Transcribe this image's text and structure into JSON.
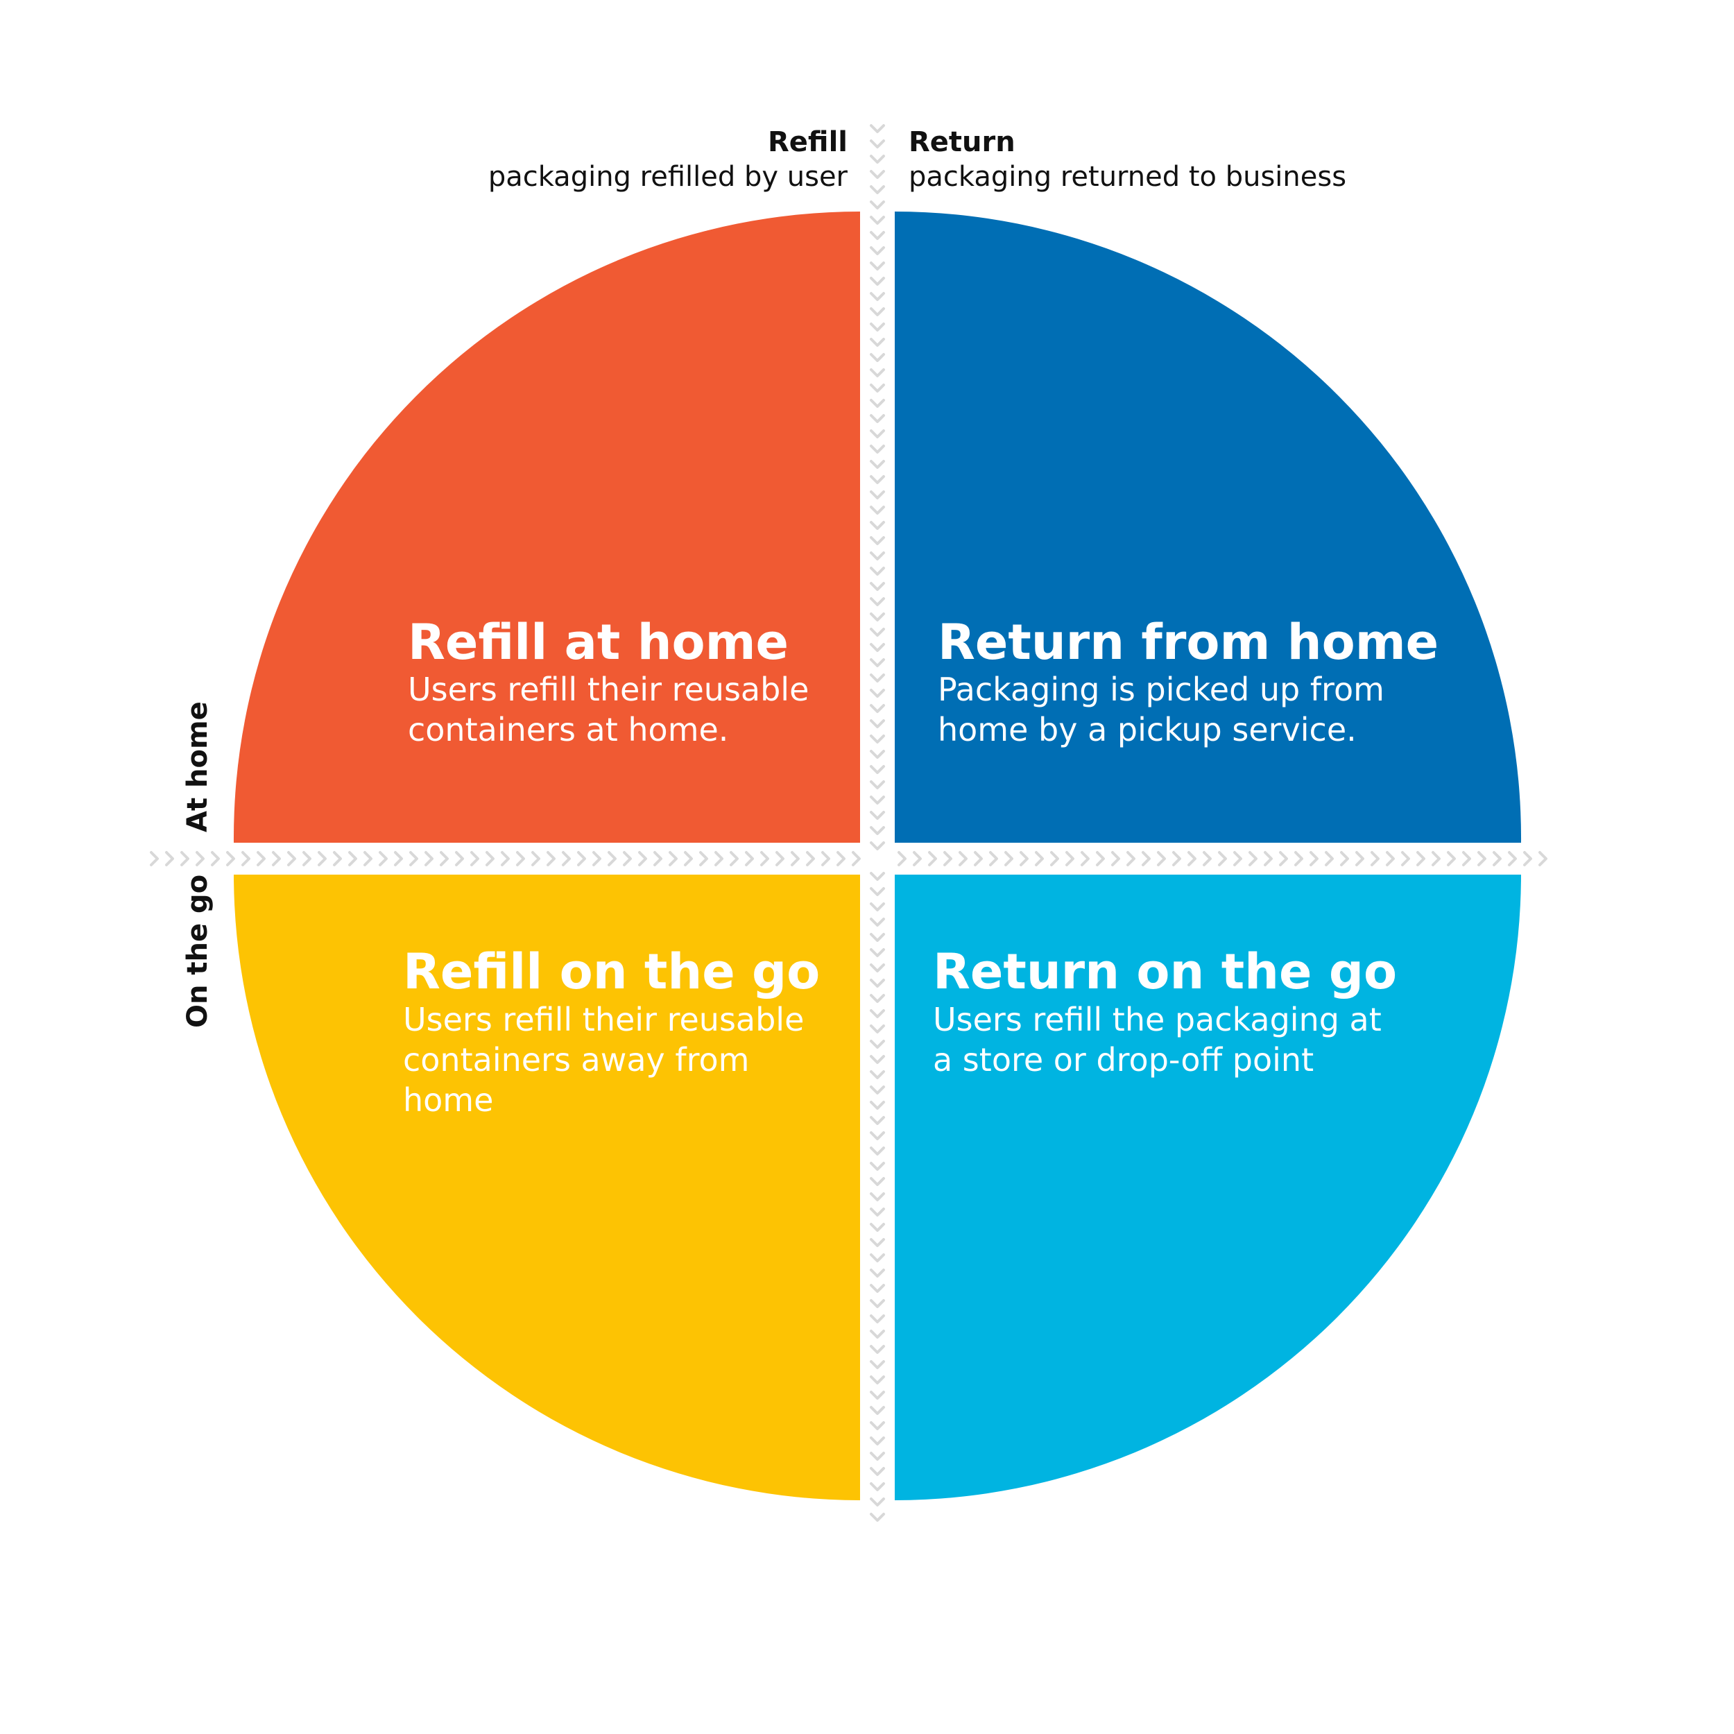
{
  "colors": {
    "refill_at_home": "#F05A33",
    "return_from_home": "#006EB4",
    "refill_on_the_go": "#FDC303",
    "return_on_the_go": "#00B4E1",
    "divider": "#D8D8D8",
    "label_text": "#111111",
    "quadrant_text": "#FFFFFF"
  },
  "top_left_label": {
    "title": "Refill",
    "subtitle": "packaging refilled by user"
  },
  "top_right_label": {
    "title": "Return",
    "subtitle": "packaging returned to business"
  },
  "left_labels": {
    "upper": "At home",
    "lower": "On the go"
  },
  "quadrants": {
    "top_left": {
      "title": "Refill at home",
      "lines": [
        "Users refill their reusable",
        "containers at home."
      ]
    },
    "top_right": {
      "title": "Return from home",
      "lines": [
        "Packaging is picked up from",
        "home by a pickup service."
      ]
    },
    "bottom_left": {
      "title": "Refill on the go",
      "lines": [
        "Users refill their reusable",
        "containers away from",
        "home"
      ]
    },
    "bottom_right": {
      "title": "Return on the go",
      "lines": [
        "Users refill the packaging at",
        "a store or drop-off point"
      ]
    }
  },
  "icons": {
    "divider_markers": "chevron-icon"
  }
}
